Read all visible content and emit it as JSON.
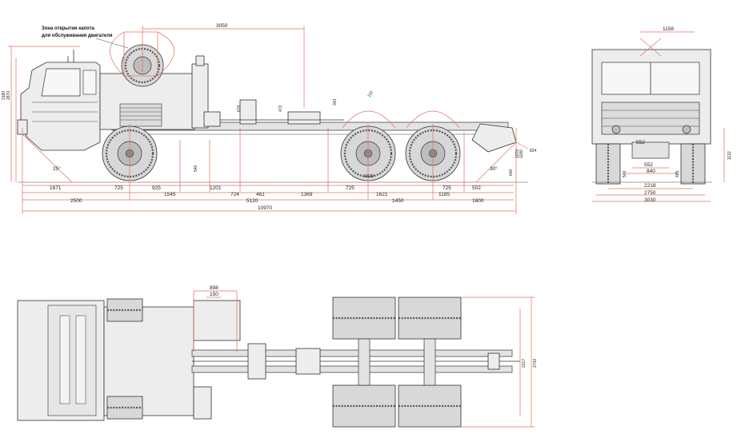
{
  "side_view": {
    "hood_note_line1": "Зона открытия капота",
    "hood_note_line2": "для обслуживания двигателя",
    "dims": {
      "overall_length": "10970",
      "top_3050": "3050",
      "height_3180": "3180",
      "height_2870": "2870",
      "d_1671": "1671",
      "d_725a": "725",
      "d_925": "925",
      "d_1545": "1545",
      "d_1201": "1201",
      "d_724": "724",
      "d_461": "461",
      "d_1369": "1369",
      "d_725b": "725",
      "d_725c": "725",
      "d_502": "502",
      "d_2500": "2500",
      "d_5120": "5120",
      "d_1621": "1621",
      "d_1450": "1450",
      "d_1185": "1185",
      "d_1800": "1800",
      "r_630": "R630",
      "d_110": "110",
      "d_824": "824",
      "d_1180": "1180",
      "d_1070": "1070",
      "d_640": "640",
      "d_540": "540",
      "d_674": "674",
      "d_472": "472",
      "d_343": "343",
      "angle_front": "25°",
      "angle_rear": "30°"
    }
  },
  "front_view": {
    "dims": {
      "d_1158": "1158",
      "d_552a": "552",
      "d_552b": "552",
      "d_840": "840",
      "d_500": "500",
      "d_485": "485",
      "d_2218": "2218",
      "d_2750": "2750",
      "d_3030": "3030",
      "d_1122": "1122"
    }
  },
  "top_view": {
    "dims": {
      "d_898": "898",
      "d_150": "150",
      "d_2217": "2217",
      "d_2742": "2742"
    }
  }
}
